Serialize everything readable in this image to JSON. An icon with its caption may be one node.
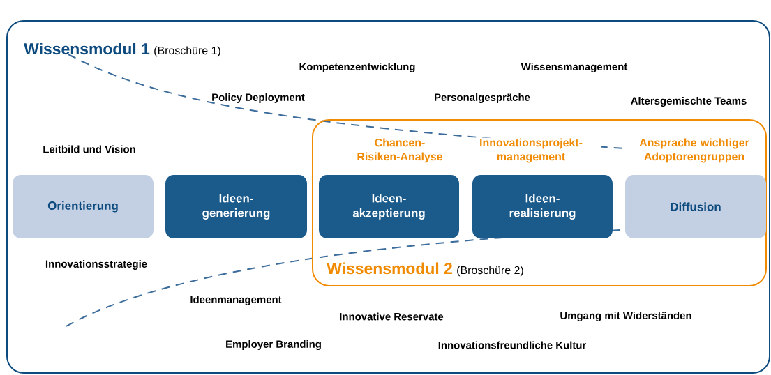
{
  "diagram": {
    "nodes": [
      {
        "text": [
          "Wissensmodul 1",
          "(Broschüre 1)"
        ]
      },
      {
        "text": [
          "Wissensmodul 2",
          "(Broschüre 2)"
        ],
        "in": 0
      },
      {
        "text": [
          "Orientierung"
        ],
        "in": 0
      },
      {
        "text": [
          "Ideen- generierung"
        ],
        "in": 0
      },
      {
        "text": [
          "Ideen- akzeptierung"
        ],
        "in": 1
      },
      {
        "text": [
          "Ideen- realisierung"
        ],
        "in": 1
      },
      {
        "text": [
          "Diffusion"
        ],
        "in": 1
      }
    ],
    "labels": [
      "Kompetenzentwicklung",
      "Wissensmanagement",
      "Policy Deployment",
      "Personalgespräche",
      "Altersgemischte Teams",
      "Leitbild und Vision",
      "Chancen- Risiken-Analyse",
      "Innovationsprojekt- management",
      "Ansprache wichtiger Adoptorengruppen",
      "Innovationsstrategie",
      "Ideenmanagement",
      "Innovative Reservate",
      "Umgang mit Widerständen",
      "Employer Branding",
      "Innovationsfreundliche Kultur"
    ]
  }
}
